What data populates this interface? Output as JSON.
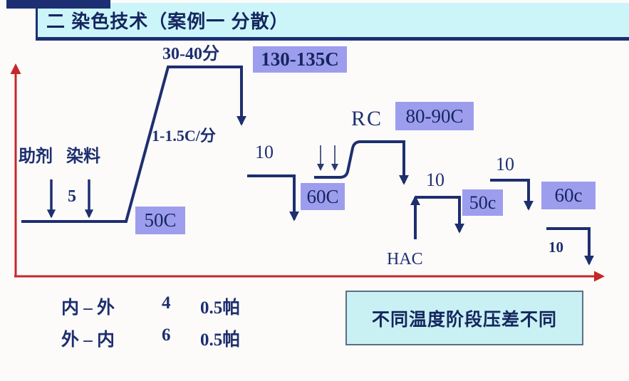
{
  "title": "二 染色技术（案例一 分散）",
  "colors": {
    "navy": "#1e2f6f",
    "temp_box_purple": "#9d9dee",
    "title_bg": "#ccf5fa",
    "note_bg": "#c9f1f4",
    "axis_red": "#c52828"
  },
  "curve_labels": {
    "hold_time_top": "30-40分",
    "ramp_rate": "1-1.5C/分",
    "auxiliary": "助剂",
    "dye": "染料",
    "dye_interval": "5",
    "rc": "RC",
    "hac": "HAC",
    "hold_1": "10",
    "hold_2": "10",
    "hold_3": "10",
    "hold_4": "10"
  },
  "temp_boxes": {
    "t130_135": "130-135C",
    "t50": "50C",
    "t60": "60C",
    "t80_90": "80-90C",
    "t50c": "50c",
    "t60c": "60c"
  },
  "pressure_table": {
    "rows": [
      {
        "direction": "内 – 外",
        "value": "4",
        "pressure": "0.5帕"
      },
      {
        "direction": "外 – 内",
        "value": "6",
        "pressure": "0.5帕"
      }
    ]
  },
  "note": "不同温度阶段压差不同"
}
